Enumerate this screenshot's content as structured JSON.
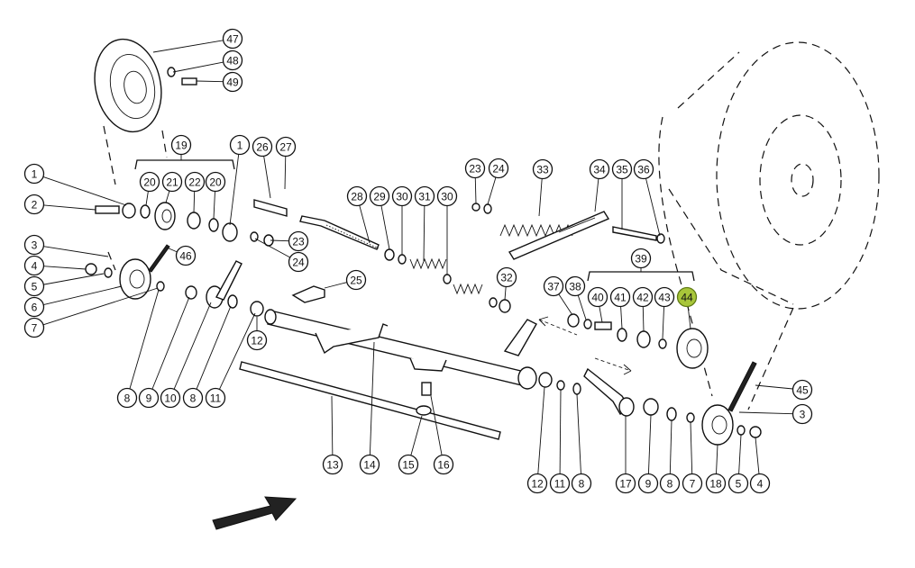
{
  "diagram": {
    "highlight_color": "#a8c63a",
    "callouts": [
      {
        "id": "c47",
        "label": "47"
      },
      {
        "id": "c48",
        "label": "48"
      },
      {
        "id": "c49",
        "label": "49"
      },
      {
        "id": "c19",
        "label": "19"
      },
      {
        "id": "c1a",
        "label": "1"
      },
      {
        "id": "c26",
        "label": "26"
      },
      {
        "id": "c27",
        "label": "27"
      },
      {
        "id": "c1b",
        "label": "1"
      },
      {
        "id": "c20a",
        "label": "20"
      },
      {
        "id": "c21",
        "label": "21"
      },
      {
        "id": "c22",
        "label": "22"
      },
      {
        "id": "c20b",
        "label": "20"
      },
      {
        "id": "c2",
        "label": "2"
      },
      {
        "id": "c23a",
        "label": "23"
      },
      {
        "id": "c24a",
        "label": "24"
      },
      {
        "id": "c33",
        "label": "33"
      },
      {
        "id": "c34",
        "label": "34"
      },
      {
        "id": "c35",
        "label": "35"
      },
      {
        "id": "c36",
        "label": "36"
      },
      {
        "id": "c28",
        "label": "28"
      },
      {
        "id": "c29",
        "label": "29"
      },
      {
        "id": "c30a",
        "label": "30"
      },
      {
        "id": "c31",
        "label": "31"
      },
      {
        "id": "c30b",
        "label": "30"
      },
      {
        "id": "c3a",
        "label": "3"
      },
      {
        "id": "c46",
        "label": "46"
      },
      {
        "id": "c23b",
        "label": "23"
      },
      {
        "id": "c24b",
        "label": "24"
      },
      {
        "id": "c4a",
        "label": "4"
      },
      {
        "id": "c5a",
        "label": "5"
      },
      {
        "id": "c25",
        "label": "25"
      },
      {
        "id": "c39",
        "label": "39"
      },
      {
        "id": "c32",
        "label": "32"
      },
      {
        "id": "c6",
        "label": "6"
      },
      {
        "id": "c7a",
        "label": "7"
      },
      {
        "id": "c37",
        "label": "37"
      },
      {
        "id": "c38",
        "label": "38"
      },
      {
        "id": "c40",
        "label": "40"
      },
      {
        "id": "c41",
        "label": "41"
      },
      {
        "id": "c42",
        "label": "42"
      },
      {
        "id": "c43",
        "label": "43"
      },
      {
        "id": "c44",
        "label": "44",
        "highlight": true
      },
      {
        "id": "c12a",
        "label": "12"
      },
      {
        "id": "c8a",
        "label": "8"
      },
      {
        "id": "c9a",
        "label": "9"
      },
      {
        "id": "c10",
        "label": "10"
      },
      {
        "id": "c8b",
        "label": "8"
      },
      {
        "id": "c11a",
        "label": "11"
      },
      {
        "id": "c45",
        "label": "45"
      },
      {
        "id": "c3b",
        "label": "3"
      },
      {
        "id": "c13",
        "label": "13"
      },
      {
        "id": "c14",
        "label": "14"
      },
      {
        "id": "c15",
        "label": "15"
      },
      {
        "id": "c16",
        "label": "16"
      },
      {
        "id": "c12b",
        "label": "12"
      },
      {
        "id": "c11b",
        "label": "11"
      },
      {
        "id": "c8c",
        "label": "8"
      },
      {
        "id": "c17",
        "label": "17"
      },
      {
        "id": "c9b",
        "label": "9"
      },
      {
        "id": "c8d",
        "label": "8"
      },
      {
        "id": "c7b",
        "label": "7"
      },
      {
        "id": "c18",
        "label": "18"
      },
      {
        "id": "c5b",
        "label": "5"
      },
      {
        "id": "c4b",
        "label": "4"
      }
    ]
  }
}
